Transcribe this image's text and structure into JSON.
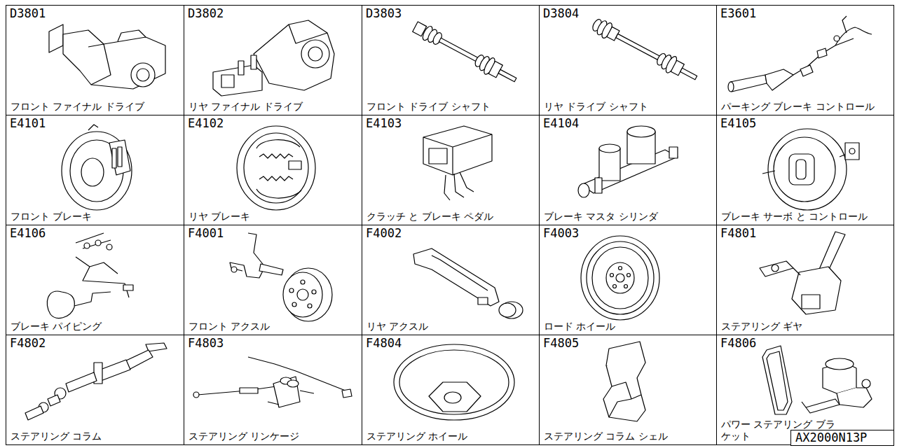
{
  "diagram": {
    "nodes": [
      {
        "text": [
          "D3801",
          "フロント ファイナル ドライブ"
        ]
      },
      {
        "text": [
          "D3802",
          "リヤ ファイナル ドライブ"
        ]
      },
      {
        "text": [
          "D3803",
          "フロント ドライブ シャフト"
        ]
      },
      {
        "text": [
          "D3804",
          "リヤ ドライブ シャフト"
        ]
      },
      {
        "text": [
          "E3601",
          "パーキング ブレーキ コントロール"
        ]
      },
      {
        "text": [
          "E4101",
          "フロント ブレーキ"
        ]
      },
      {
        "text": [
          "E4102",
          "リヤ ブレーキ"
        ]
      },
      {
        "text": [
          "E4103",
          "クラッチ と ブレーキ ペダル"
        ]
      },
      {
        "text": [
          "E4104",
          "ブレーキ マスタ シリンダ"
        ]
      },
      {
        "text": [
          "E4105",
          "ブレーキ サーボ と コントロール"
        ]
      },
      {
        "text": [
          "E4106",
          "ブレーキ パイピング"
        ]
      },
      {
        "text": [
          "F4001",
          "フロント アクスル"
        ]
      },
      {
        "text": [
          "F4002",
          "リヤ アクスル"
        ]
      },
      {
        "text": [
          "F4003",
          "ロード ホイール"
        ]
      },
      {
        "text": [
          "F4801",
          "ステアリング ギヤ"
        ]
      },
      {
        "text": [
          "F4802",
          "ステアリング コラム"
        ]
      },
      {
        "text": [
          "F4803",
          "ステアリング リンケージ"
        ]
      },
      {
        "text": [
          "F4804",
          "ステアリング ホイール"
        ]
      },
      {
        "text": [
          "F4805",
          "ステアリング コラム シェル"
        ]
      },
      {
        "text": [
          "F4806",
          "パワー ステアリング ブラケット"
        ]
      }
    ],
    "labels": [
      "AX2000N13P"
    ]
  }
}
